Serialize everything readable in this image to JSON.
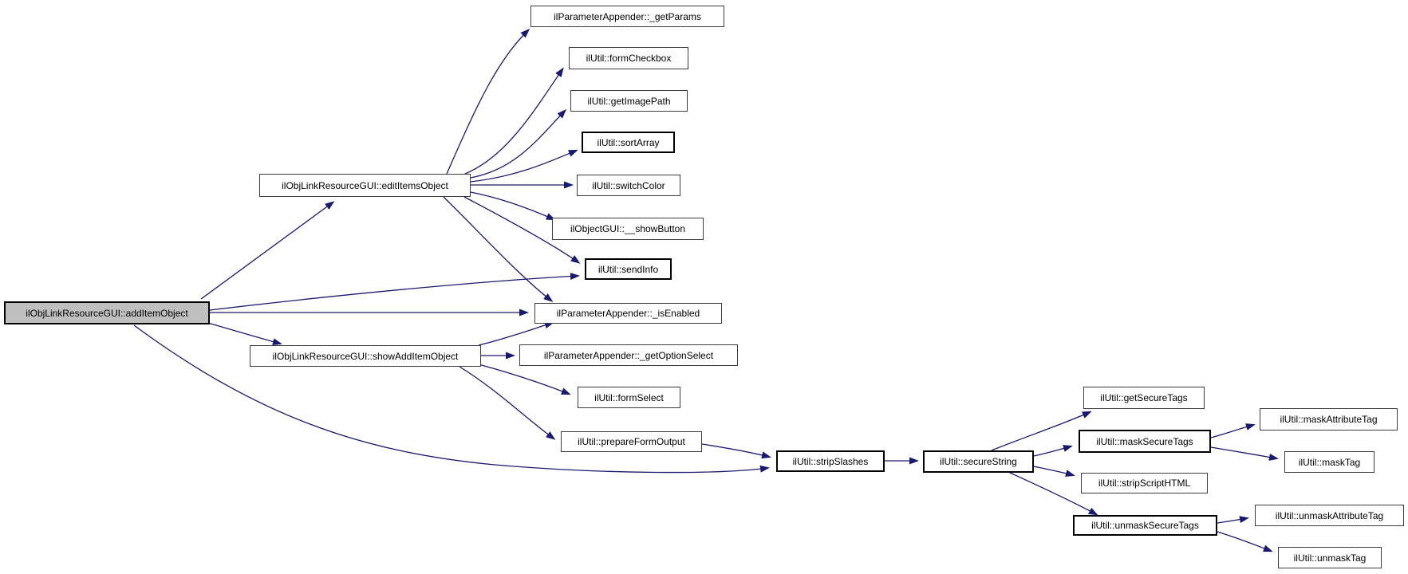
{
  "diagram": {
    "type": "call-graph",
    "colors": {
      "background": "#ffffff",
      "edge": "#191970",
      "node_fill": "#ffffff",
      "node_border": "#3c3c3c",
      "highlight_fill": "#bfbfbf",
      "text": "#000000"
    },
    "nodes": [
      {
        "id": "addItemObject",
        "label": "ilObjLinkResourceGUI::addItemObject",
        "highlighted": true
      },
      {
        "id": "editItemsObject",
        "label": "ilObjLinkResourceGUI::editItemsObject",
        "highlighted": false
      },
      {
        "id": "showAddItemObject",
        "label": "ilObjLinkResourceGUI::showAddItemObject",
        "highlighted": false
      },
      {
        "id": "getParams",
        "label": "ilParameterAppender::_getParams",
        "highlighted": false
      },
      {
        "id": "formCheckbox",
        "label": "ilUtil::formCheckbox",
        "highlighted": false
      },
      {
        "id": "getImagePath",
        "label": "ilUtil::getImagePath",
        "highlighted": false
      },
      {
        "id": "sortArray",
        "label": "ilUtil::sortArray",
        "highlighted": false
      },
      {
        "id": "switchColor",
        "label": "ilUtil::switchColor",
        "highlighted": false
      },
      {
        "id": "showButton",
        "label": "ilObjectGUI::__showButton",
        "highlighted": false
      },
      {
        "id": "sendInfo",
        "label": "ilUtil::sendInfo",
        "highlighted": false
      },
      {
        "id": "isEnabled",
        "label": "ilParameterAppender::_isEnabled",
        "highlighted": false
      },
      {
        "id": "getOptionSelect",
        "label": "ilParameterAppender::_getOptionSelect",
        "highlighted": false
      },
      {
        "id": "formSelect",
        "label": "ilUtil::formSelect",
        "highlighted": false
      },
      {
        "id": "prepareFormOutput",
        "label": "ilUtil::prepareFormOutput",
        "highlighted": false
      },
      {
        "id": "stripSlashes",
        "label": "ilUtil::stripSlashes",
        "highlighted": false
      },
      {
        "id": "secureString",
        "label": "ilUtil::secureString",
        "highlighted": false
      },
      {
        "id": "getSecureTags",
        "label": "ilUtil::getSecureTags",
        "highlighted": false
      },
      {
        "id": "maskSecureTags",
        "label": "ilUtil::maskSecureTags",
        "highlighted": false
      },
      {
        "id": "stripScriptHTML",
        "label": "ilUtil::stripScriptHTML",
        "highlighted": false
      },
      {
        "id": "unmaskSecureTags",
        "label": "ilUtil::unmaskSecureTags",
        "highlighted": false
      },
      {
        "id": "maskAttributeTag",
        "label": "ilUtil::maskAttributeTag",
        "highlighted": false
      },
      {
        "id": "maskTag",
        "label": "ilUtil::maskTag",
        "highlighted": false
      },
      {
        "id": "unmaskAttributeTag",
        "label": "ilUtil::unmaskAttributeTag",
        "highlighted": false
      },
      {
        "id": "unmaskTag",
        "label": "ilUtil::unmaskTag",
        "highlighted": false
      }
    ],
    "edges": [
      {
        "from": "addItemObject",
        "to": "editItemsObject"
      },
      {
        "from": "addItemObject",
        "to": "sendInfo"
      },
      {
        "from": "addItemObject",
        "to": "isEnabled"
      },
      {
        "from": "addItemObject",
        "to": "showAddItemObject"
      },
      {
        "from": "addItemObject",
        "to": "stripSlashes"
      },
      {
        "from": "editItemsObject",
        "to": "getParams"
      },
      {
        "from": "editItemsObject",
        "to": "formCheckbox"
      },
      {
        "from": "editItemsObject",
        "to": "getImagePath"
      },
      {
        "from": "editItemsObject",
        "to": "sortArray"
      },
      {
        "from": "editItemsObject",
        "to": "switchColor"
      },
      {
        "from": "editItemsObject",
        "to": "showButton"
      },
      {
        "from": "editItemsObject",
        "to": "sendInfo"
      },
      {
        "from": "editItemsObject",
        "to": "isEnabled"
      },
      {
        "from": "showAddItemObject",
        "to": "isEnabled"
      },
      {
        "from": "showAddItemObject",
        "to": "getOptionSelect"
      },
      {
        "from": "showAddItemObject",
        "to": "formSelect"
      },
      {
        "from": "showAddItemObject",
        "to": "prepareFormOutput"
      },
      {
        "from": "prepareFormOutput",
        "to": "stripSlashes"
      },
      {
        "from": "stripSlashes",
        "to": "secureString"
      },
      {
        "from": "secureString",
        "to": "getSecureTags"
      },
      {
        "from": "secureString",
        "to": "maskSecureTags"
      },
      {
        "from": "secureString",
        "to": "stripScriptHTML"
      },
      {
        "from": "secureString",
        "to": "unmaskSecureTags"
      },
      {
        "from": "maskSecureTags",
        "to": "maskAttributeTag"
      },
      {
        "from": "maskSecureTags",
        "to": "maskTag"
      },
      {
        "from": "unmaskSecureTags",
        "to": "unmaskAttributeTag"
      },
      {
        "from": "unmaskSecureTags",
        "to": "unmaskTag"
      }
    ]
  }
}
